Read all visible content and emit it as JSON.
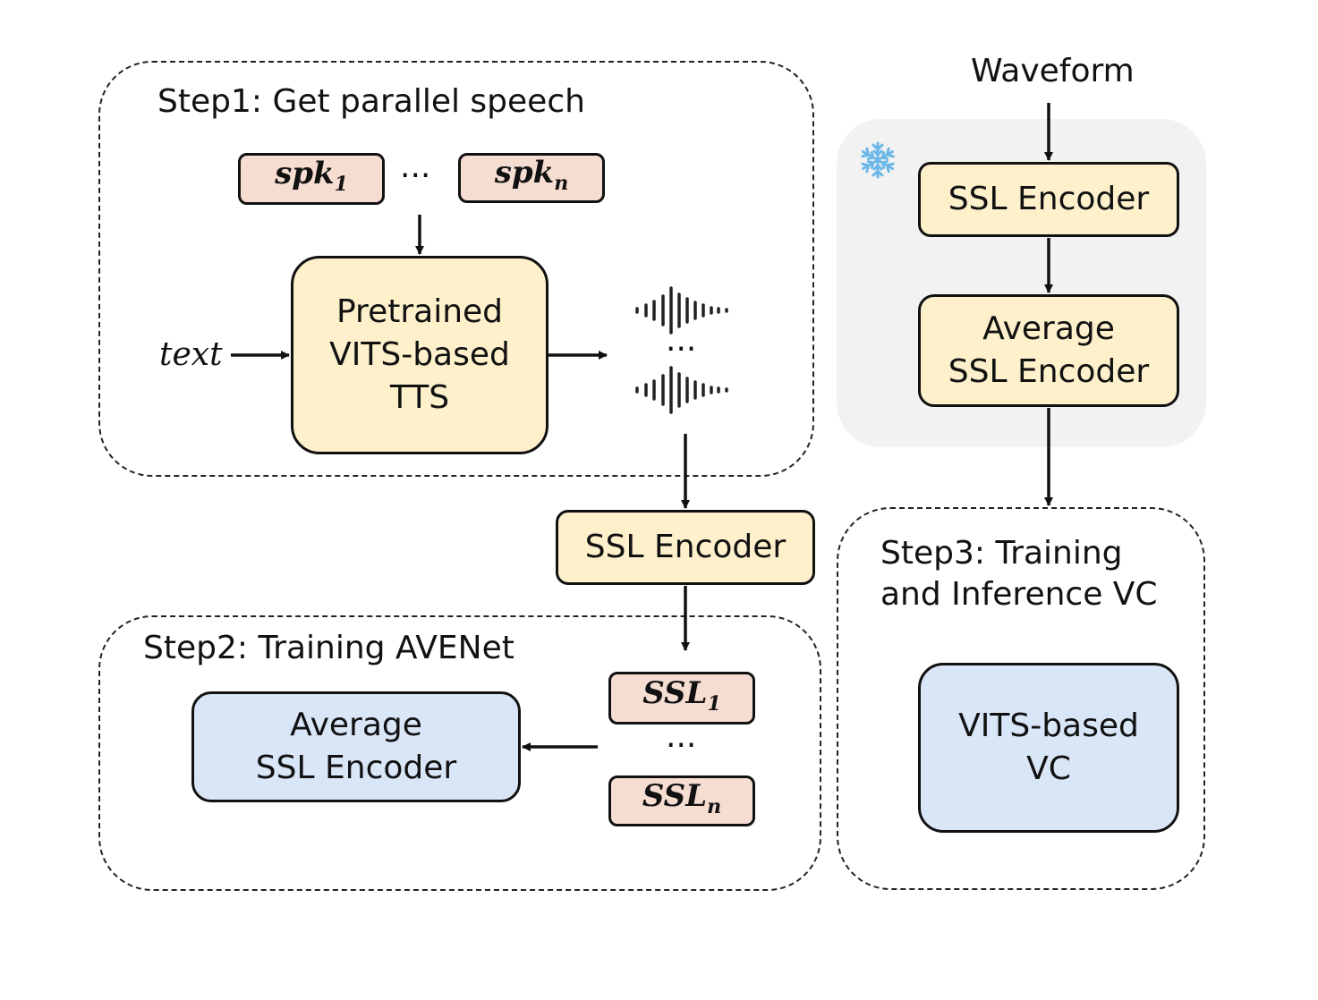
{
  "step1": {
    "title": "Step1: Get parallel speech",
    "spk_first": {
      "base": "spk",
      "sub": "1"
    },
    "spk_last": {
      "base": "spk",
      "sub": "n"
    },
    "ellipsis": "···",
    "tts_box": "Pretrained\nVITS-based\nTTS",
    "text_input": "text",
    "wave_ellipsis": "···"
  },
  "middle": {
    "ssl_encoder": "SSL Encoder"
  },
  "step2": {
    "title": "Step2: Training AVENet",
    "avg_box": "Average\nSSL Encoder",
    "ssl_first": {
      "base": "SSL",
      "sub": "1"
    },
    "ssl_last": {
      "base": "SSL",
      "sub": "n"
    },
    "ellipsis": "···"
  },
  "right": {
    "waveform": "Waveform",
    "ssl_encoder": "SSL Encoder",
    "avg_encoder": "Average\nSSL Encoder",
    "frozen_icon": "snowflake-icon"
  },
  "step3": {
    "title": "Step3: Training\nand Inference VC",
    "vc_box": "VITS-based\nVC"
  },
  "colors": {
    "yellow_fill": "#fdf0cb",
    "blue_fill": "#d9e6f7",
    "pink_fill": "#f6ddd2",
    "panel_gray": "#f2f2f2",
    "snowflake": "#6bb8e8"
  }
}
